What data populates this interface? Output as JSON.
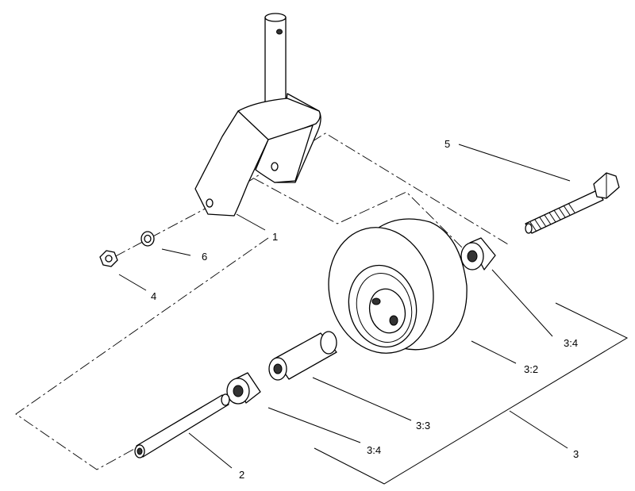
{
  "callouts": [
    {
      "id": "1",
      "text": "1"
    },
    {
      "id": "2",
      "text": "2"
    },
    {
      "id": "3",
      "text": "3"
    },
    {
      "id": "3-2",
      "text": "3:2"
    },
    {
      "id": "3-3",
      "text": "3:3"
    },
    {
      "id": "3-4-upper",
      "text": "3:4"
    },
    {
      "id": "3-4-lower",
      "text": "3:4"
    },
    {
      "id": "4",
      "text": "4"
    },
    {
      "id": "5",
      "text": "5"
    },
    {
      "id": "6",
      "text": "6"
    }
  ]
}
